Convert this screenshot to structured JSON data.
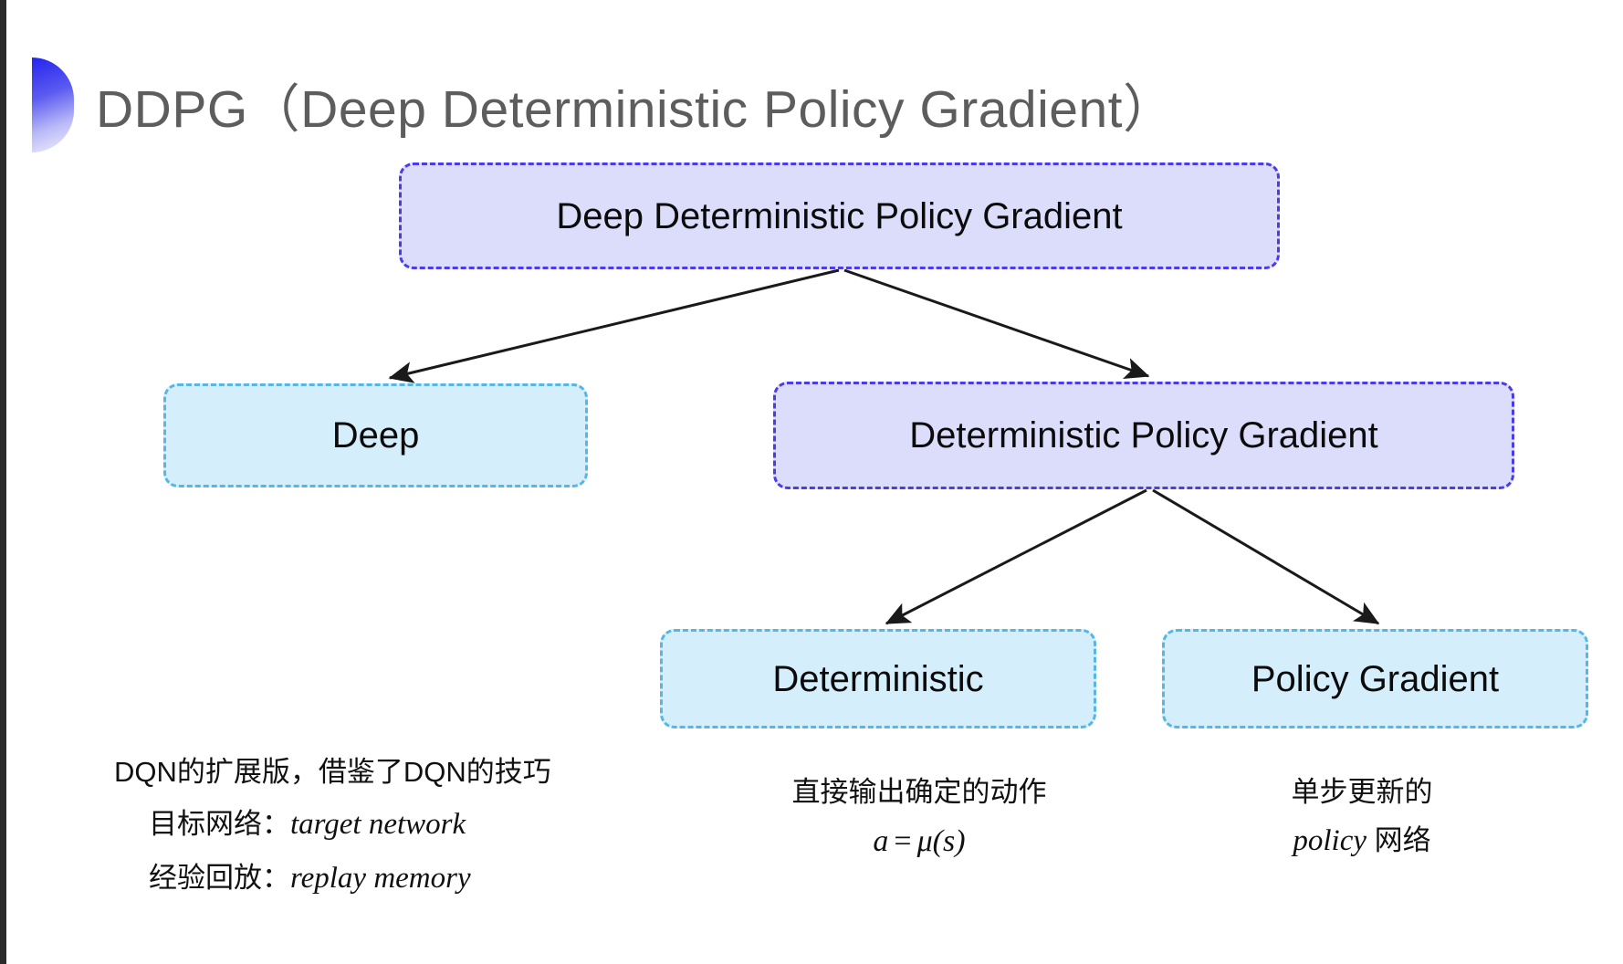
{
  "slide": {
    "title": "DDPG（Deep Deterministic Policy Gradient）",
    "background_color": "#ffffff",
    "accent_color": "#2424ee"
  },
  "diagram": {
    "type": "tree",
    "nodes": [
      {
        "id": "root",
        "label": "Deep Deterministic Policy Gradient",
        "fill": "#dcdcfb",
        "border": "#4b3ce8",
        "style": "dashed"
      },
      {
        "id": "deep",
        "label": "Deep",
        "fill": "#d5eefb",
        "border": "#56b6e4",
        "style": "dashed"
      },
      {
        "id": "dpg",
        "label": "Deterministic Policy Gradient",
        "fill": "#dcdcfb",
        "border": "#4b3ce8",
        "style": "dashed"
      },
      {
        "id": "deterministic",
        "label": "Deterministic",
        "fill": "#d5eefb",
        "border": "#56b6e4",
        "style": "dashed"
      },
      {
        "id": "policy_gradient",
        "label": "Policy Gradient",
        "fill": "#d5eefb",
        "border": "#56b6e4",
        "style": "dashed"
      }
    ],
    "edges": [
      {
        "from": "root",
        "to": "deep"
      },
      {
        "from": "root",
        "to": "dpg"
      },
      {
        "from": "dpg",
        "to": "deterministic"
      },
      {
        "from": "dpg",
        "to": "policy_gradient"
      }
    ]
  },
  "captions": {
    "deep": {
      "line1": "DQN的扩展版，借鉴了DQN的技巧",
      "line2_label": "目标网络：",
      "line2_term": "target network",
      "line3_label": "经验回放：",
      "line3_term": "replay memory"
    },
    "deterministic": {
      "line1": "直接输出确定的动作",
      "formula_lhs": "a",
      "formula_op": "=",
      "formula_rhs": "μ(s)"
    },
    "policy_gradient": {
      "line1": "单步更新的",
      "line2_term": "policy",
      "line2_suffix": " 网络"
    }
  }
}
